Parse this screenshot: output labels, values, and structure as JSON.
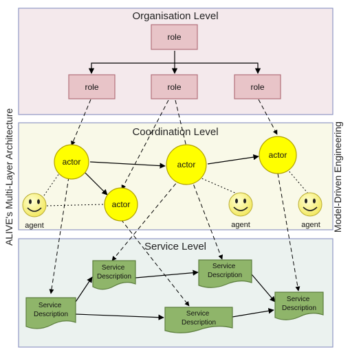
{
  "side_labels": {
    "left": "ALIVE's Multi-Layer Architecture",
    "right": "Model-Driven Engineering"
  },
  "levels": {
    "organisation": "Organisation Level",
    "coordination": "Coordination Level",
    "service": "Service Level"
  },
  "roles": [
    "role",
    "role",
    "role",
    "role"
  ],
  "actors": [
    "actor",
    "actor",
    "actor",
    "actor"
  ],
  "agents": [
    "agent",
    "agent",
    "agent"
  ],
  "services": [
    "Service\nDescription",
    "Service\nDescription",
    "Service\nDescription",
    "Service\nDescription",
    "Service\nDescription"
  ],
  "colors": {
    "organisation_bg": "#f4e9ec",
    "coordination_bg": "#f9f9e8",
    "service_bg": "#ebf2ef",
    "level_border": "#8f97c4",
    "role_fill": "#e8c4c8",
    "role_stroke": "#b2707a",
    "actor_fill": "#ffff00",
    "actor_stroke": "#b0a000",
    "smiley_fill": "#ffff88",
    "service_fill": "#8fb56a",
    "service_stroke": "#5b7d3c"
  }
}
